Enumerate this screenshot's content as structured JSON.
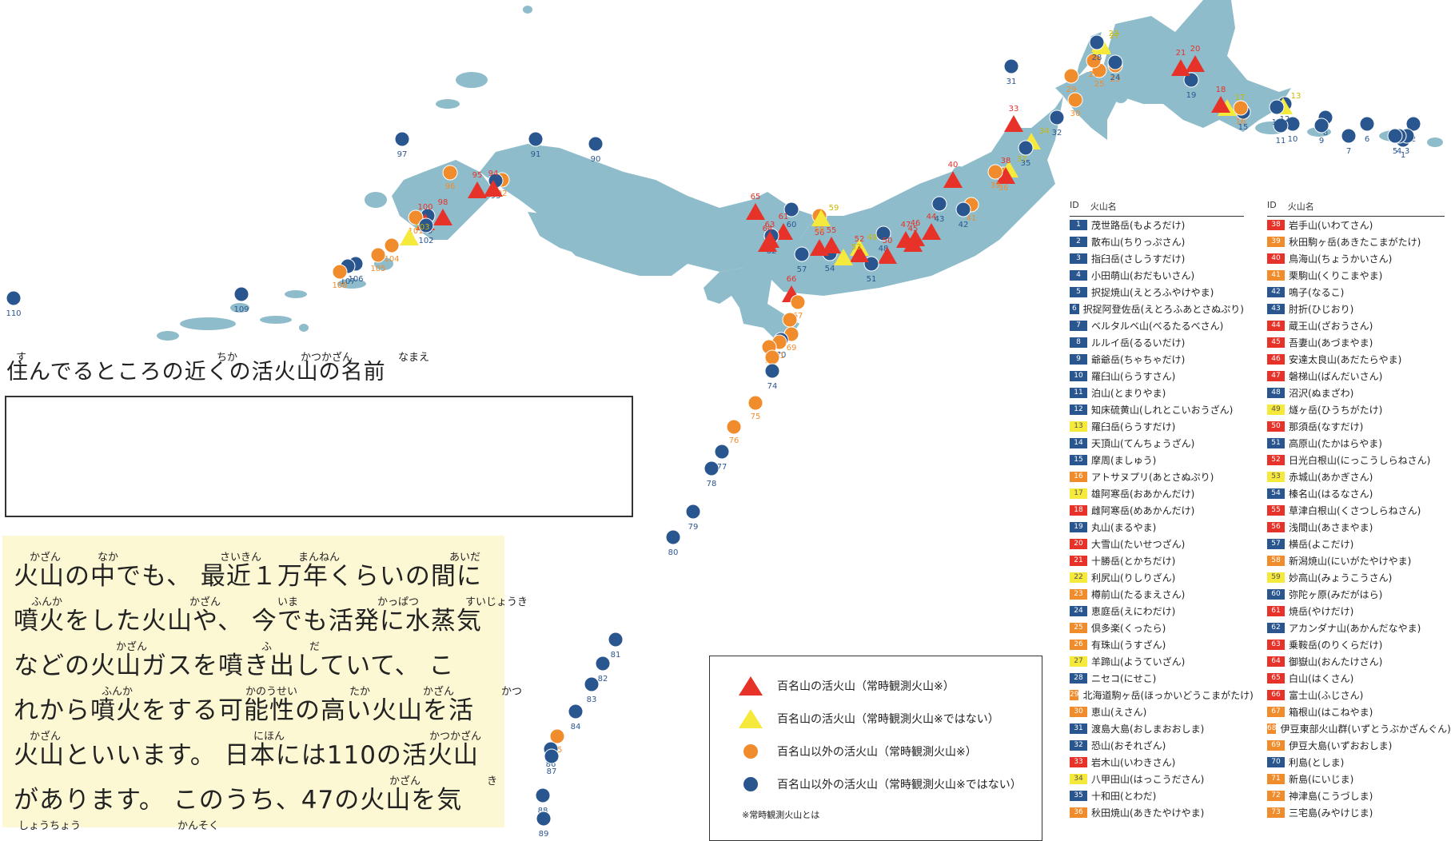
{
  "colors": {
    "land": "#8fbccb",
    "red": "#e63228",
    "yellow": "#f5e93c",
    "orange": "#f08c2c",
    "blue": "#2a5690"
  },
  "title": {
    "text": "住んでるところの近くの活火山の名前",
    "ruby": [
      "す",
      "ちか",
      "かつかざん",
      "なまえ"
    ]
  },
  "explanation": {
    "lines": [
      {
        "ruby": [
          "かざん",
          "なか",
          "さいきん",
          "まんねん",
          "あいだ"
        ],
        "text": "火山の中でも、 最近１万年くらいの間に"
      },
      {
        "ruby": [
          "ふんか",
          "かざん",
          "いま",
          "かっぱつ",
          "すいじょうき"
        ],
        "text": "噴火をした火山や、 今でも活発に水蒸気"
      },
      {
        "ruby": [
          "かざん",
          "ふ",
          "だ"
        ],
        "text": "などの火山ガスを噴き出していて、 こ"
      },
      {
        "ruby": [
          "ふんか",
          "かのうせい",
          "たか",
          "かざん",
          "かつ"
        ],
        "text": "れから噴火をする可能性の高い火山を活"
      },
      {
        "ruby": [
          "かざん",
          "にほん",
          "かつかざん"
        ],
        "text": "火山といいます。 日本には110の活火山"
      },
      {
        "ruby": [
          "かざん",
          "き"
        ],
        "text": "があります。 このうち、47の火山を気"
      },
      {
        "ruby": [
          "しょうちょう",
          "かんそく"
        ],
        "text": ""
      }
    ]
  },
  "legend": {
    "items": [
      {
        "symbol": "red-triangle",
        "label": "百名山の活火山（常時観測火山※）"
      },
      {
        "symbol": "yellow-triangle",
        "label": "百名山の活火山（常時観測火山※ではない）"
      },
      {
        "symbol": "orange-circle",
        "label": "百名山以外の活火山（常時観測火山※）"
      },
      {
        "symbol": "blue-circle",
        "label": "百名山以外の活火山（常時観測火山※ではない）"
      }
    ],
    "note": "※常時観測火山とは"
  },
  "list_header": {
    "id": "ID",
    "name": "火山名"
  },
  "list_left": [
    {
      "id": "1",
      "name": "茂世路岳(もよろだけ)",
      "cat": "blue"
    },
    {
      "id": "2",
      "name": "散布山(ちりっぷさん)",
      "cat": "blue"
    },
    {
      "id": "3",
      "name": "指臼岳(さしうすだけ)",
      "cat": "blue"
    },
    {
      "id": "4",
      "name": "小田萌山(おだもいさん)",
      "cat": "blue"
    },
    {
      "id": "5",
      "name": "択捉焼山(えとろふやけやま)",
      "cat": "blue"
    },
    {
      "id": "6",
      "name": "択捉阿登佐岳(えとろふあとさぬぷり)",
      "cat": "blue"
    },
    {
      "id": "7",
      "name": "ベルタルベ山(べるたるべさん)",
      "cat": "blue"
    },
    {
      "id": "8",
      "name": "ルルイ岳(るるいだけ)",
      "cat": "blue"
    },
    {
      "id": "9",
      "name": "爺爺岳(ちゃちゃだけ)",
      "cat": "blue"
    },
    {
      "id": "10",
      "name": "羅臼山(らうすさん)",
      "cat": "blue"
    },
    {
      "id": "11",
      "name": "泊山(とまりやま)",
      "cat": "blue"
    },
    {
      "id": "12",
      "name": "知床硫黄山(しれとこいおうざん)",
      "cat": "blue"
    },
    {
      "id": "13",
      "name": "羅臼岳(らうすだけ)",
      "cat": "yellow"
    },
    {
      "id": "14",
      "name": "天頂山(てんちょうざん)",
      "cat": "blue"
    },
    {
      "id": "15",
      "name": "摩周(ましゅう)",
      "cat": "blue"
    },
    {
      "id": "16",
      "name": "アトサヌプリ(あとさぬぷり)",
      "cat": "orange"
    },
    {
      "id": "17",
      "name": "雄阿寒岳(おあかんだけ)",
      "cat": "yellow"
    },
    {
      "id": "18",
      "name": "雌阿寒岳(めあかんだけ)",
      "cat": "red"
    },
    {
      "id": "19",
      "name": "丸山(まるやま)",
      "cat": "blue"
    },
    {
      "id": "20",
      "name": "大雪山(たいせつざん)",
      "cat": "red"
    },
    {
      "id": "21",
      "name": "十勝岳(とかちだけ)",
      "cat": "red"
    },
    {
      "id": "22",
      "name": "利尻山(りしりざん)",
      "cat": "yellow"
    },
    {
      "id": "23",
      "name": "樽前山(たるまえさん)",
      "cat": "orange"
    },
    {
      "id": "24",
      "name": "恵庭岳(えにわだけ)",
      "cat": "blue"
    },
    {
      "id": "25",
      "name": "倶多楽(くったら)",
      "cat": "orange"
    },
    {
      "id": "26",
      "name": "有珠山(うすざん)",
      "cat": "orange"
    },
    {
      "id": "27",
      "name": "羊蹄山(ようていざん)",
      "cat": "yellow"
    },
    {
      "id": "28",
      "name": "ニセコ(にせこ)",
      "cat": "blue"
    },
    {
      "id": "29",
      "name": "北海道駒ヶ岳(ほっかいどうこまがたけ)",
      "cat": "orange"
    },
    {
      "id": "30",
      "name": "恵山(えさん)",
      "cat": "orange"
    },
    {
      "id": "31",
      "name": "渡島大島(おしまおおしま)",
      "cat": "blue"
    },
    {
      "id": "32",
      "name": "恐山(おそれざん)",
      "cat": "blue"
    },
    {
      "id": "33",
      "name": "岩木山(いわきさん)",
      "cat": "red"
    },
    {
      "id": "34",
      "name": "八甲田山(はっこうださん)",
      "cat": "yellow"
    },
    {
      "id": "35",
      "name": "十和田(とわだ)",
      "cat": "blue"
    },
    {
      "id": "36",
      "name": "秋田焼山(あきたやけやま)",
      "cat": "orange"
    }
  ],
  "list_right": [
    {
      "id": "38",
      "name": "岩手山(いわてさん)",
      "cat": "red"
    },
    {
      "id": "39",
      "name": "秋田駒ヶ岳(あきたこまがたけ)",
      "cat": "orange"
    },
    {
      "id": "40",
      "name": "鳥海山(ちょうかいさん)",
      "cat": "red"
    },
    {
      "id": "41",
      "name": "栗駒山(くりこまやま)",
      "cat": "orange"
    },
    {
      "id": "42",
      "name": "鳴子(なるこ)",
      "cat": "blue"
    },
    {
      "id": "43",
      "name": "肘折(ひじおり)",
      "cat": "blue"
    },
    {
      "id": "44",
      "name": "蔵王山(ざおうさん)",
      "cat": "red"
    },
    {
      "id": "45",
      "name": "吾妻山(あづまやま)",
      "cat": "red"
    },
    {
      "id": "46",
      "name": "安達太良山(あだたらやま)",
      "cat": "red"
    },
    {
      "id": "47",
      "name": "磐梯山(ばんだいさん)",
      "cat": "red"
    },
    {
      "id": "48",
      "name": "沼沢(ぬまざわ)",
      "cat": "blue"
    },
    {
      "id": "49",
      "name": "燧ヶ岳(ひうちがたけ)",
      "cat": "yellow"
    },
    {
      "id": "50",
      "name": "那須岳(なすだけ)",
      "cat": "red"
    },
    {
      "id": "51",
      "name": "高原山(たかはらやま)",
      "cat": "blue"
    },
    {
      "id": "52",
      "name": "日光白根山(にっこうしらねさん)",
      "cat": "red"
    },
    {
      "id": "53",
      "name": "赤城山(あかぎさん)",
      "cat": "yellow"
    },
    {
      "id": "54",
      "name": "榛名山(はるなさん)",
      "cat": "blue"
    },
    {
      "id": "55",
      "name": "草津白根山(くさつしらねさん)",
      "cat": "red"
    },
    {
      "id": "56",
      "name": "浅間山(あさまやま)",
      "cat": "red"
    },
    {
      "id": "57",
      "name": "横岳(よこだけ)",
      "cat": "blue"
    },
    {
      "id": "58",
      "name": "新潟焼山(にいがたやけやま)",
      "cat": "orange"
    },
    {
      "id": "59",
      "name": "妙高山(みょうこうさん)",
      "cat": "yellow"
    },
    {
      "id": "60",
      "name": "弥陀ヶ原(みだがはら)",
      "cat": "blue"
    },
    {
      "id": "61",
      "name": "焼岳(やけだけ)",
      "cat": "red"
    },
    {
      "id": "62",
      "name": "アカンダナ山(あかんだなやま)",
      "cat": "blue"
    },
    {
      "id": "63",
      "name": "乗鞍岳(のりくらだけ)",
      "cat": "red"
    },
    {
      "id": "64",
      "name": "御嶽山(おんたけさん)",
      "cat": "red"
    },
    {
      "id": "65",
      "name": "白山(はくさん)",
      "cat": "red"
    },
    {
      "id": "66",
      "name": "富士山(ふじさん)",
      "cat": "red"
    },
    {
      "id": "67",
      "name": "箱根山(はこねやま)",
      "cat": "orange"
    },
    {
      "id": "68",
      "name": "伊豆東部火山群(いずとうぶかざんぐん)",
      "cat": "orange"
    },
    {
      "id": "69",
      "name": "伊豆大島(いずおおしま)",
      "cat": "orange"
    },
    {
      "id": "70",
      "name": "利島(としま)",
      "cat": "blue"
    },
    {
      "id": "71",
      "name": "新島(にいじま)",
      "cat": "orange"
    },
    {
      "id": "72",
      "name": "神津島(こうづしま)",
      "cat": "orange"
    },
    {
      "id": "73",
      "name": "三宅島(みやけじま)",
      "cat": "orange"
    }
  ],
  "markers": [
    {
      "id": "1",
      "t": "bc"
    },
    {
      "id": "2",
      "t": "bc"
    },
    {
      "id": "3",
      "t": "bc"
    },
    {
      "id": "4",
      "t": "bc"
    },
    {
      "id": "5",
      "t": "bc"
    },
    {
      "id": "6",
      "t": "bc"
    },
    {
      "id": "7",
      "t": "bc"
    },
    {
      "id": "8",
      "t": "bc"
    },
    {
      "id": "9",
      "t": "bc"
    },
    {
      "id": "10",
      "t": "bc"
    },
    {
      "id": "11",
      "t": "bc"
    },
    {
      "id": "12",
      "t": "bc"
    },
    {
      "id": "13",
      "t": "yt"
    },
    {
      "id": "14",
      "t": "bc"
    },
    {
      "id": "15",
      "t": "bc"
    },
    {
      "id": "16",
      "t": "oc"
    },
    {
      "id": "17",
      "t": "yt"
    },
    {
      "id": "18",
      "t": "rt"
    },
    {
      "id": "19",
      "t": "bc"
    },
    {
      "id": "20",
      "t": "rt"
    },
    {
      "id": "21",
      "t": "rt"
    },
    {
      "id": "22",
      "t": "yt"
    },
    {
      "id": "23",
      "t": "oc"
    },
    {
      "id": "24",
      "t": "bc"
    },
    {
      "id": "25",
      "t": "oc"
    },
    {
      "id": "26",
      "t": "oc"
    },
    {
      "id": "27",
      "t": "yt"
    },
    {
      "id": "28",
      "t": "bc"
    },
    {
      "id": "29",
      "t": "oc"
    },
    {
      "id": "30",
      "t": "oc"
    },
    {
      "id": "31",
      "t": "bc"
    },
    {
      "id": "32",
      "t": "bc"
    },
    {
      "id": "33",
      "t": "rt"
    },
    {
      "id": "34",
      "t": "yt"
    },
    {
      "id": "35",
      "t": "bc"
    },
    {
      "id": "36",
      "t": "oc"
    },
    {
      "id": "37",
      "t": "yt"
    },
    {
      "id": "38",
      "t": "rt"
    },
    {
      "id": "39",
      "t": "oc"
    },
    {
      "id": "40",
      "t": "rt"
    },
    {
      "id": "41",
      "t": "oc"
    },
    {
      "id": "42",
      "t": "bc"
    },
    {
      "id": "43",
      "t": "bc"
    },
    {
      "id": "44",
      "t": "rt"
    },
    {
      "id": "45",
      "t": "rt"
    },
    {
      "id": "46",
      "t": "rt"
    },
    {
      "id": "47",
      "t": "rt"
    },
    {
      "id": "48",
      "t": "bc"
    },
    {
      "id": "49",
      "t": "yt"
    },
    {
      "id": "50",
      "t": "rt"
    },
    {
      "id": "51",
      "t": "bc"
    },
    {
      "id": "52",
      "t": "rt"
    },
    {
      "id": "53",
      "t": "yt"
    },
    {
      "id": "54",
      "t": "bc"
    },
    {
      "id": "55",
      "t": "rt"
    },
    {
      "id": "56",
      "t": "rt"
    },
    {
      "id": "57",
      "t": "bc"
    },
    {
      "id": "58",
      "t": "oc"
    },
    {
      "id": "59",
      "t": "yt"
    },
    {
      "id": "60",
      "t": "bc"
    },
    {
      "id": "61",
      "t": "rt"
    },
    {
      "id": "62",
      "t": "bc"
    },
    {
      "id": "63",
      "t": "rt"
    },
    {
      "id": "64",
      "t": "rt"
    },
    {
      "id": "65",
      "t": "rt"
    },
    {
      "id": "66",
      "t": "rt"
    },
    {
      "id": "67",
      "t": "oc"
    },
    {
      "id": "68",
      "t": "oc"
    },
    {
      "id": "69",
      "t": "oc"
    },
    {
      "id": "70",
      "t": "bc"
    },
    {
      "id": "71",
      "t": "oc"
    },
    {
      "id": "72",
      "t": "oc"
    },
    {
      "id": "73",
      "t": "oc"
    },
    {
      "id": "74",
      "t": "bc"
    },
    {
      "id": "75",
      "t": "oc"
    },
    {
      "id": "76",
      "t": "oc"
    },
    {
      "id": "77",
      "t": "bc"
    },
    {
      "id": "78",
      "t": "bc"
    },
    {
      "id": "79",
      "t": "bc"
    },
    {
      "id": "80",
      "t": "bc"
    },
    {
      "id": "81",
      "t": "bc"
    },
    {
      "id": "82",
      "t": "bc"
    },
    {
      "id": "83",
      "t": "bc"
    },
    {
      "id": "84",
      "t": "bc"
    },
    {
      "id": "85",
      "t": "oc"
    },
    {
      "id": "86",
      "t": "bc"
    },
    {
      "id": "87",
      "t": "bc"
    },
    {
      "id": "88",
      "t": "bc"
    },
    {
      "id": "89",
      "t": "bc"
    },
    {
      "id": "90",
      "t": "bc"
    },
    {
      "id": "91",
      "t": "bc"
    },
    {
      "id": "92",
      "t": "oc"
    },
    {
      "id": "93",
      "t": "bc"
    },
    {
      "id": "94",
      "t": "rt"
    },
    {
      "id": "95",
      "t": "rt"
    },
    {
      "id": "96",
      "t": "oc"
    },
    {
      "id": "97",
      "t": "bc"
    },
    {
      "id": "98",
      "t": "rt"
    },
    {
      "id": "99",
      "t": "bc"
    },
    {
      "id": "100",
      "t": "rt"
    },
    {
      "id": "101",
      "t": "oc"
    },
    {
      "id": "102",
      "t": "bc"
    },
    {
      "id": "103",
      "t": "yt"
    },
    {
      "id": "104",
      "t": "oc"
    },
    {
      "id": "105",
      "t": "oc"
    },
    {
      "id": "106",
      "t": "bc"
    },
    {
      "id": "107",
      "t": "bc"
    },
    {
      "id": "108",
      "t": "oc"
    },
    {
      "id": "109",
      "t": "bc"
    },
    {
      "id": "110",
      "t": "bc"
    }
  ]
}
